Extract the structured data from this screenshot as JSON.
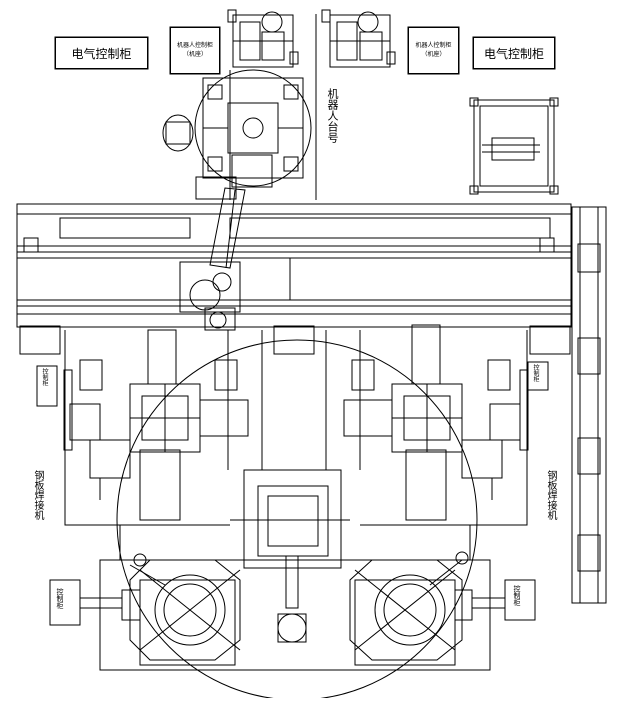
{
  "labels": {
    "cabinet_left": "电气控制柜",
    "cabinet_right": "电气控制柜",
    "robot_cabinet_left": "机器人控制柜（机座）",
    "robot_cabinet_right": "机器人控制柜（机座）",
    "robot_station_vertical": "机器人台号",
    "left_machine": "钢板焊接机",
    "right_machine": "钢板焊接机",
    "left_small_box": "控制柜",
    "right_small_box": "控制柜",
    "bottom_left_box": "控制柜",
    "bottom_right_box": "控制柜"
  },
  "colors": {
    "line": "#000000",
    "background": "#ffffff"
  }
}
